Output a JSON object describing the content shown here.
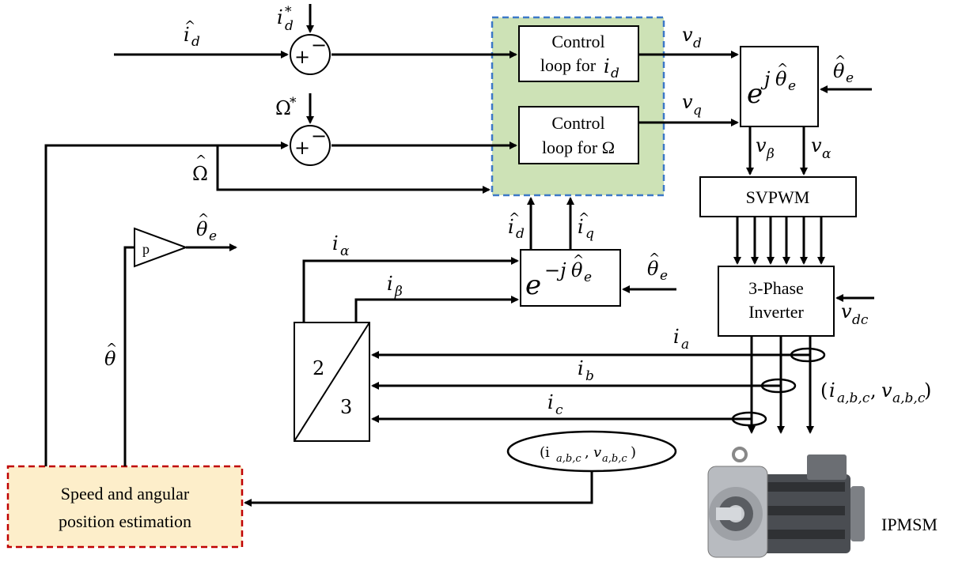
{
  "blocks": {
    "control_id": [
      "Control",
      "loop for"
    ],
    "control_id_sub": "i",
    "control_id_subsub": "d",
    "control_omega": [
      "Control",
      "loop for Ω"
    ],
    "rot_forward": "e",
    "rot_forward_exp": "j",
    "rot_inverse": "e",
    "rot_inverse_exp": "−j",
    "svpwm": "SVPWM",
    "inverter": [
      "3-Phase",
      "Inverter"
    ],
    "transform_top": "2",
    "transform_bottom": "3",
    "estimator": [
      "Speed and angular",
      "position estimation"
    ],
    "gain": "p",
    "motor_label": "IPMSM",
    "measurement_bubble": "(i",
    "summer_plus": "+",
    "summer_minus": "−"
  },
  "signals": {
    "i": "i",
    "v": "v",
    "theta": "θ",
    "omega": "Ω",
    "star": "*",
    "hat": "^",
    "sub_d": "d",
    "sub_q": "q",
    "sub_alpha": "α",
    "sub_beta": "β",
    "sub_e": "e",
    "sub_a": "a",
    "sub_b": "b",
    "sub_c": "c",
    "sub_dc": "dc",
    "sub_abc": "a,b,c",
    "comma": ",",
    "close_paren": ")",
    "open_paren": "("
  },
  "colors": {
    "control_fill": "#cde2b6",
    "control_border": "#3c78c8",
    "estimator_fill": "#fdeeca",
    "estimator_border": "#c00000"
  }
}
